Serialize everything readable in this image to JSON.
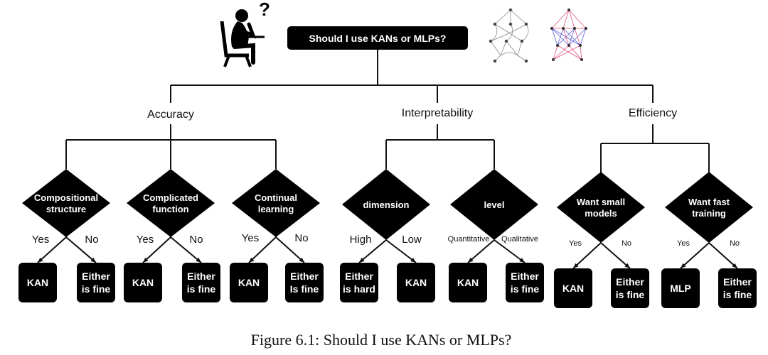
{
  "root": {
    "label": "Should I use KANs or MLPs?",
    "question_mark": "?"
  },
  "icons": {
    "person": "thinking-person-icon",
    "kan": "kan-network-icon",
    "mlp": "mlp-network-icon"
  },
  "categories": [
    {
      "label": "Accuracy",
      "decisions": [
        {
          "lines": [
            "Compositional",
            "structure"
          ],
          "yes": "Yes",
          "no": "No",
          "yes_outcome": [
            "KAN"
          ],
          "no_outcome": [
            "Either",
            "is fine"
          ]
        },
        {
          "lines": [
            "Complicated",
            "function"
          ],
          "yes": "Yes",
          "no": "No",
          "yes_outcome": [
            "KAN"
          ],
          "no_outcome": [
            "Either",
            "is fine"
          ]
        },
        {
          "lines": [
            "Continual",
            "learning"
          ],
          "yes": "Yes",
          "no": "No",
          "yes_outcome": [
            "KAN"
          ],
          "no_outcome": [
            "Either",
            "Is fine"
          ]
        }
      ]
    },
    {
      "label": "Interpretability",
      "decisions": [
        {
          "lines": [
            "dimension"
          ],
          "yes": "High",
          "no": "Low",
          "yes_outcome": [
            "Either",
            "is hard"
          ],
          "no_outcome": [
            "KAN"
          ]
        },
        {
          "lines": [
            "level"
          ],
          "yes": "Quantitative",
          "no": "Qualitative",
          "yes_outcome": [
            "KAN"
          ],
          "no_outcome": [
            "Either",
            "is fine"
          ]
        }
      ]
    },
    {
      "label": "Efficiency",
      "decisions": [
        {
          "lines": [
            "Want small",
            "models"
          ],
          "yes": "Yes",
          "no": "No",
          "yes_outcome": [
            "KAN"
          ],
          "no_outcome": [
            "Either",
            "is fine"
          ]
        },
        {
          "lines": [
            "Want fast",
            "training"
          ],
          "yes": "Yes",
          "no": "No",
          "yes_outcome": [
            "MLP"
          ],
          "no_outcome": [
            "Either",
            "is fine"
          ]
        }
      ]
    }
  ],
  "caption": "Figure 6.1: Should I use KANs or MLPs?",
  "colors": {
    "box": "#000000",
    "line": "#111111",
    "mlp_edges_a": "#e0507a",
    "mlp_edges_b": "#5b5bd6"
  }
}
